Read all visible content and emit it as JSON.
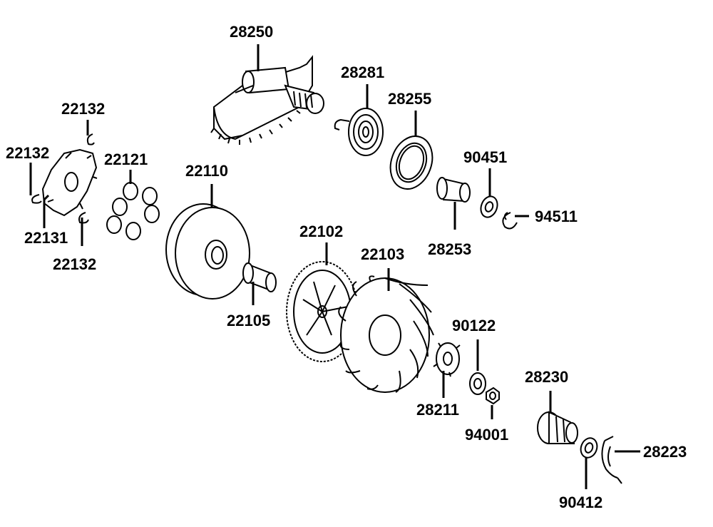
{
  "labels": {
    "p28250": "28250",
    "p28281": "28281",
    "p28255": "28255",
    "p90451": "90451",
    "p94511": "94511",
    "p28253": "28253",
    "p22132_top": "22132",
    "p22132_left": "22132",
    "p22132_bottom": "22132",
    "p22131": "22131",
    "p22121": "22121",
    "p22110": "22110",
    "p22105": "22105",
    "p22102": "22102",
    "p22103": "22103",
    "p90122": "90122",
    "p28211": "28211",
    "p94001": "94001",
    "p28230": "28230",
    "p28223": "28223",
    "p90412": "90412"
  }
}
